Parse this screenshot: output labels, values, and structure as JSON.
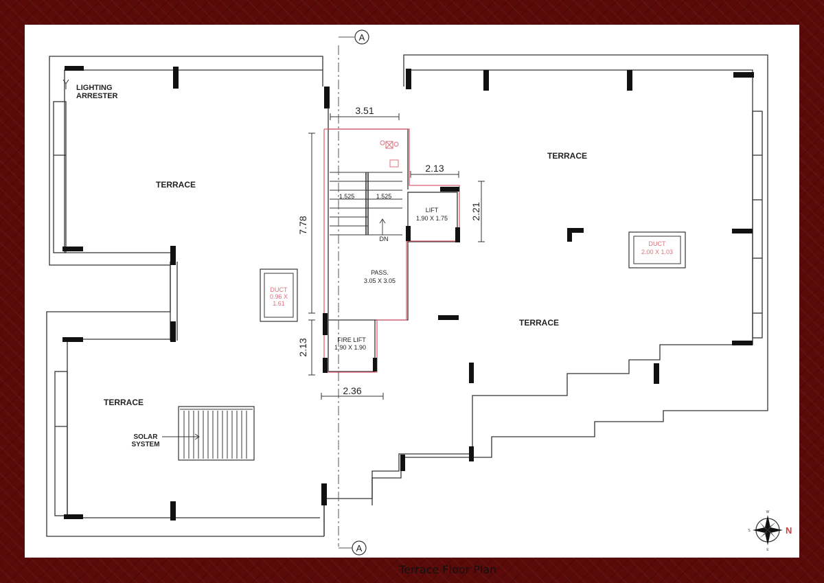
{
  "caption": "Terrace Floor Plan",
  "section_marker": "A",
  "compass": {
    "north": "N",
    "east": "E",
    "west": "W",
    "south": "S"
  },
  "labels": {
    "lighting_line1": "LIGHTING",
    "lighting_line2": "ARRESTER",
    "terrace_nw": "TERRACE",
    "terrace_sw": "TERRACE",
    "terrace_ne": "TERRACE",
    "terrace_e": "TERRACE",
    "solar_line1": "SOLAR",
    "solar_line2": "SYSTEM",
    "lift": "LIFT",
    "lift_size": "1.90 X 1.75",
    "pass": "PASS.",
    "pass_size": "3.05 X 3.05",
    "fire_lift": "FIRE LIFT",
    "fire_lift_size": "1.90 X 1.90",
    "dn": "DN",
    "duct": "DUCT",
    "duct_left_l2": "0.96 X",
    "duct_left_l3": "1.61",
    "duct_right_size": "2.00 X 1.03"
  },
  "dimensions": {
    "top_width": "3.51",
    "lift_width": "2.13",
    "lift_height": "2.21",
    "stair_height": "7.78",
    "fire_lift_height": "2.13",
    "bottom_width": "2.36",
    "stair_flight_left": "1.525",
    "stair_flight_right": "1.525"
  },
  "colors": {
    "frame": "#5a0a08",
    "accent_red": "#d9707a",
    "line": "#333333"
  }
}
